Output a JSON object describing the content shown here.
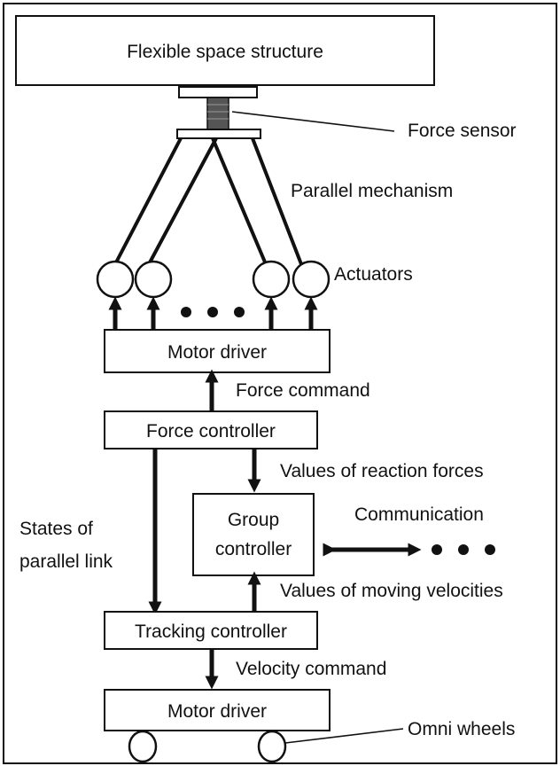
{
  "labels": {
    "structure": "Flexible space structure",
    "force_sensor": "Force sensor",
    "parallel_mechanism": "Parallel mechanism",
    "actuators": "Actuators",
    "motor_driver_top": "Motor driver",
    "force_command": "Force command",
    "force_controller": "Force controller",
    "reaction_forces": "Values of reaction forces",
    "states_line1": "States of",
    "states_line2": "parallel link",
    "group_line1": "Group",
    "group_line2": "controller",
    "communication": "Communication",
    "moving_velocities": "Values of moving velocities",
    "tracking_controller": "Tracking controller",
    "velocity_command": "Velocity command",
    "motor_driver_bottom": "Motor driver",
    "omni_wheels": "Omni wheels"
  },
  "colors": {
    "line": "#111111",
    "background": "#ffffff",
    "sensor": "#555555"
  }
}
